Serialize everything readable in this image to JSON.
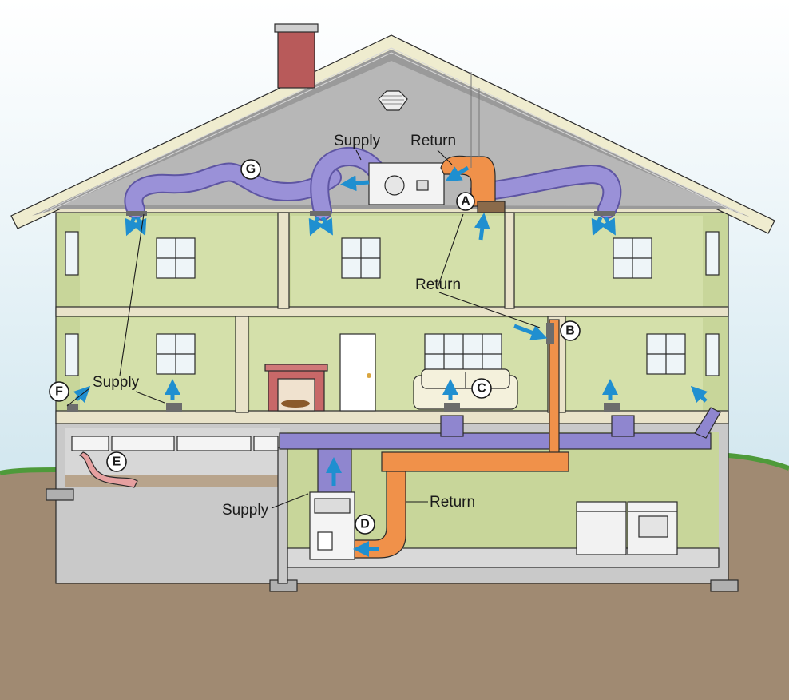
{
  "labels": {
    "supply_attic": "Supply",
    "return_attic": "Return",
    "return_upper": "Return",
    "supply_main": "Supply",
    "supply_basement": "Supply",
    "return_basement": "Return"
  },
  "markers": {
    "a": "A",
    "b": "B",
    "c": "C",
    "d": "D",
    "e": "E",
    "f": "F",
    "g": "G"
  },
  "colors": {
    "supply_duct": "#8f86cf",
    "return_duct": "#f0914a",
    "airflow_arrow": "#1f8fd0",
    "wall": "#c8d69a",
    "ground": "#a08a72",
    "sky": "#dcecf2",
    "grass": "#4e9a3a",
    "roof": "#9a9a9a",
    "chimney": "#b85a5a",
    "insulation_batt": "#e6a0a0"
  }
}
